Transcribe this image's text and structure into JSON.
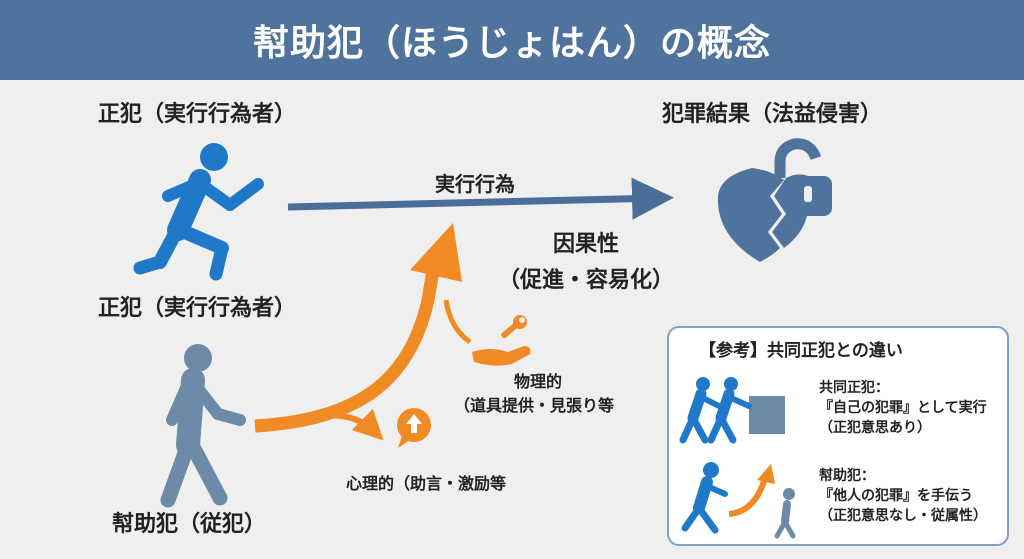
{
  "title": "幇助犯（ほうじょはん）の概念",
  "principal": {
    "label_top": "正犯（実行行為者）",
    "label_bottom": "正犯（実行行為者）"
  },
  "result": {
    "label": "犯罪結果（法益侵害）"
  },
  "execution_arrow": {
    "label": "実行行為"
  },
  "causation": {
    "line1": "因果性",
    "line2": "（促進・容易化）"
  },
  "accessory": {
    "label": "幇助犯（従犯）"
  },
  "physical_aid": {
    "line1": "物理的",
    "line2": "（道具提供・見張り等"
  },
  "psychological_aid": {
    "label": "心理的（助言・激励等"
  },
  "reference": {
    "title": "【参考】共同正犯との違い",
    "joint": {
      "line1": "共同正犯：",
      "line2": "『自己の犯罪』として実行",
      "line3": "（正犯意思あり）"
    },
    "accessory": {
      "line1": "幇助犯：",
      "line2": "『他人の犯罪』を手伝う",
      "line3": "（正犯意思なし・従属性）"
    }
  },
  "colors": {
    "header": "#4f739d",
    "principal_figure": "#1f79c8",
    "accessory_figure": "#6d8aa8",
    "arrow_blue": "#4a6e99",
    "arrow_orange": "#f08a24",
    "shield": "#4f739d"
  },
  "icons": [
    "running-person-icon",
    "walking-person-icon",
    "broken-lock-shield-icon",
    "giving-hand-wrench-icon",
    "speech-bubble-arrow-icon",
    "two-people-pushing-box-icon"
  ]
}
